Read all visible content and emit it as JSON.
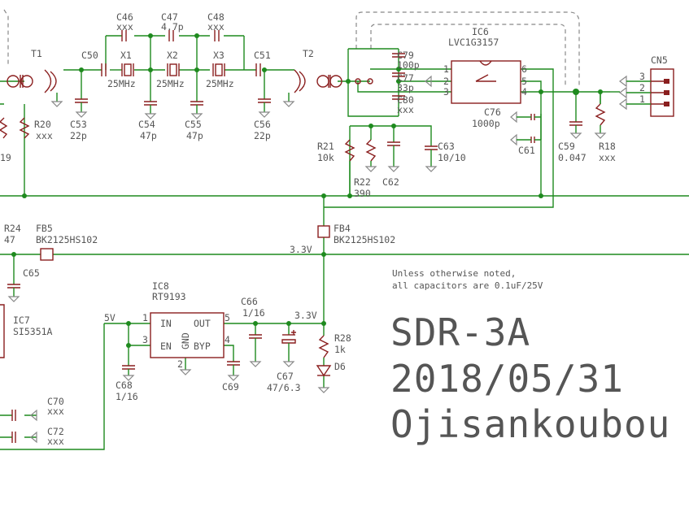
{
  "parts": {
    "T1": "T1",
    "T2": "T2",
    "C46": "C46",
    "C46v": "xxx",
    "C47": "C47",
    "C47v": "4.7p",
    "C48": "C48",
    "C48v": "xxx",
    "C50": "C50",
    "C51": "C51",
    "X1": "X1",
    "X2": "X2",
    "X3": "X3",
    "Xv": "25MHz",
    "C53": "C53",
    "C53v": "22p",
    "C54": "C54",
    "C54v": "47p",
    "C55": "C55",
    "C55v": "47p",
    "C56": "C56",
    "C56v": "22p",
    "R20": "R20",
    "R20v": "xxx",
    "R19v": "19",
    "IC6": "IC6",
    "IC6v": "LVC1G3157",
    "C79": "C79",
    "C79v": "100p",
    "C77": "C77",
    "C77v": "33p",
    "C80": "C80",
    "C80v": "xxx",
    "C76": "C76",
    "C76v": "1000p",
    "C61": "C61",
    "C59": "C59",
    "C59v": "0.047",
    "R18": "R18",
    "R18v": "xxx",
    "CN5": "CN5",
    "R21": "R21",
    "R21v": "10k",
    "R22": "R22",
    "R22v": "390",
    "C62": "C62",
    "C63": "C63",
    "C63v": "10/10",
    "R24": "R24",
    "R24v": "47",
    "FB5": "FB5",
    "FB5v": "BK2125HS102",
    "FB4": "FB4",
    "FB4v": "BK2125HS102",
    "C65": "C65",
    "IC7": "IC7",
    "IC7v": "SI5351A",
    "IC8": "IC8",
    "IC8v": "RT9193",
    "IN": "IN",
    "OUT": "OUT",
    "EN": "EN",
    "GND": "GND",
    "BYP": "BYP",
    "C66": "C66",
    "C66v": "1/16",
    "C67": "C67",
    "C67v": "47/6.3",
    "C68": "C68",
    "C68v": "1/16",
    "C69": "C69",
    "R28": "R28",
    "R28v": "1k",
    "D6": "D6",
    "C70": "C70",
    "C70v": "xxx",
    "C72": "C72",
    "C72v": "xxx",
    "v33a": "3.3V",
    "v33b": "3.3V",
    "v5": "5V",
    "pin1": "1",
    "pin2": "2",
    "pin3": "3",
    "pin4": "4",
    "pin5": "5",
    "pin6": "6"
  },
  "note": {
    "line1": "Unless otherwise noted,",
    "line2": "all capacitors are 0.1uF/25V"
  },
  "title_block": {
    "name": "SDR-3A",
    "date": "2018/05/31",
    "author": "Ojisankoubou"
  },
  "colors": {
    "wire": "#1e8a1e",
    "part": "#8a1e1e",
    "text": "#555555"
  }
}
